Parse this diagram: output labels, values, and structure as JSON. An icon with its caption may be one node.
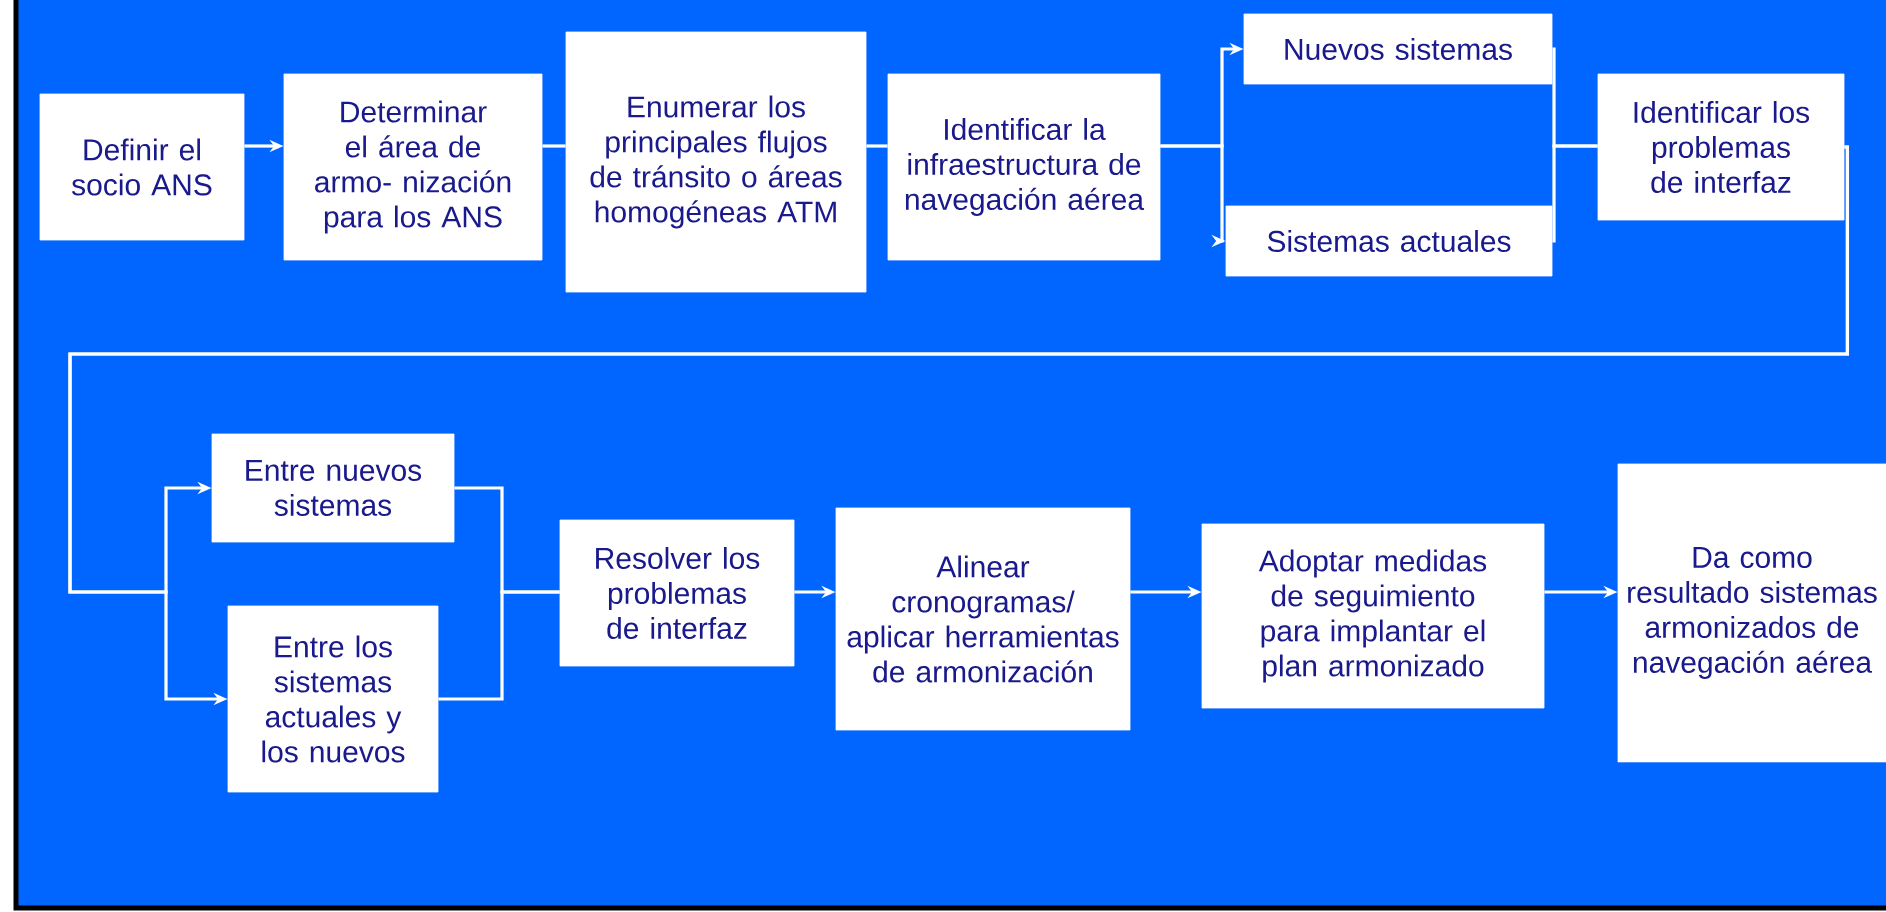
{
  "diagram": {
    "nodes": [
      {
        "text": [
          "Definir el socio ANS"
        ]
      },
      {
        "text": [
          "Determinar el área de armo- nización para los ANS"
        ]
      },
      {
        "text": [
          "Enumerar los principales flujos de tránsito o áreas homogéneas ATM"
        ]
      },
      {
        "text": [
          "Identificar la infraestructura de navegación aérea"
        ]
      },
      {
        "text": [
          "Nuevos sistemas"
        ]
      },
      {
        "text": [
          "Sistemas actuales"
        ]
      },
      {
        "text": [
          "Identificar los problemas de interfaz"
        ]
      },
      {
        "text": [
          "Entre nuevos sistemas"
        ]
      },
      {
        "text": [
          "Entre los sistemas actuales y los nuevos"
        ]
      },
      {
        "text": [
          "Resolver los problemas de interfaz"
        ]
      },
      {
        "text": [
          "Alinear cronogramas/ aplicar herramientas de armonización"
        ]
      },
      {
        "text": [
          "Adoptar medidas de seguimiento para implantar el plan armonizado"
        ]
      },
      {
        "text": [
          "Da como resultado sistemas armonizados de navegación aérea"
        ]
      }
    ],
    "edges": [
      {
        "from": 0,
        "to": 1,
        "arrow": "to"
      },
      {
        "from": 1,
        "to": 2,
        "arrow": "none"
      },
      {
        "from": 2,
        "to": 3,
        "arrow": "none"
      },
      {
        "from": 3,
        "to": 4,
        "arrow": "to"
      },
      {
        "from": 3,
        "to": 5,
        "arrow": "to"
      },
      {
        "from": 4,
        "to": 6,
        "arrow": "none"
      },
      {
        "from": 5,
        "to": 6,
        "arrow": "none"
      },
      {
        "from": 6,
        "to": 7,
        "arrow": "to"
      },
      {
        "from": 6,
        "to": 8,
        "arrow": "to"
      },
      {
        "from": 7,
        "to": 9,
        "arrow": "none"
      },
      {
        "from": 8,
        "to": 9,
        "arrow": "none"
      },
      {
        "from": 9,
        "to": 10,
        "arrow": "to"
      },
      {
        "from": 10,
        "to": 11,
        "arrow": "to"
      },
      {
        "from": 11,
        "to": 12,
        "arrow": "to"
      }
    ]
  }
}
